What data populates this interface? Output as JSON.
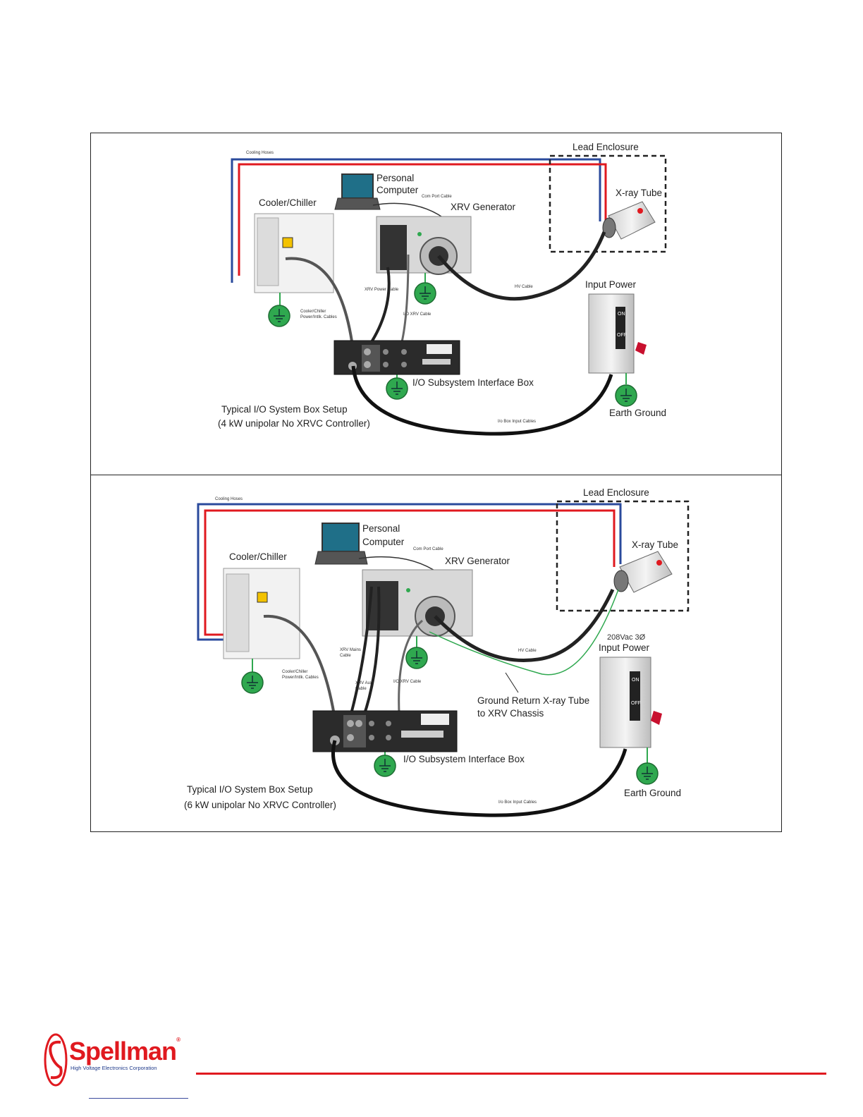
{
  "diagram1": {
    "cooling_hoses": "Cooling Hoses",
    "lead_enclosure": "Lead Enclosure",
    "personal_computer": [
      "Personal",
      "Computer"
    ],
    "com_port_cable": "Com Port Cable",
    "cooler_chiller": "Cooler/Chiller",
    "xrv_generator": "XRV Generator",
    "xray_tube": "X-ray Tube",
    "xrv_power_cable": "XRV Power Cable",
    "hv_cable": "HV Cable",
    "input_power": "Input Power",
    "io_xrv_cable": "I/O XRV Cable",
    "cooler_cables": [
      "Cooler/Chiller",
      "Power/Intlk. Cables"
    ],
    "io_box": "I/O Subsystem Interface Box",
    "setup_title": [
      "Typical I/O System Box Setup",
      "(4 kW unipolar No XRVC Controller)"
    ],
    "io_input_cables": "I/o Box Input Cables",
    "earth_ground": "Earth Ground"
  },
  "diagram2": {
    "cooling_hoses": "Cooling Hoses",
    "lead_enclosure": "Lead Enclosure",
    "personal_computer": [
      "Personal",
      "Computer"
    ],
    "com_port_cable": "Com Port Cable",
    "cooler_chiller": "Cooler/Chiller",
    "xrv_generator": "XRV Generator",
    "xray_tube": "X-ray Tube",
    "input_voltage": "208Vac  3Ø",
    "input_power": "Input Power",
    "xrv_mains_cable": [
      "XRV Mains",
      "Cable"
    ],
    "hv_cable": "HV Cable",
    "cooler_cables": [
      "Cooler/Chiller",
      "Power/Intlk. Cables"
    ],
    "xrv_aux_cable": [
      "XRV Aux",
      "Cable"
    ],
    "io_xrv_cable": "I/O XRV Cable",
    "ground_return": [
      "Ground Return X-ray Tube",
      "to XRV Chassis"
    ],
    "io_box": "I/O Subsystem Interface Box",
    "setup_title": [
      "Typical I/O System Box Setup",
      "(6 kW unipolar No XRVC Controller)"
    ],
    "io_input_cables": "I/o Box Input Cables",
    "earth_ground": "Earth Ground"
  },
  "switch_labels": {
    "on": "ON",
    "off": "OFF"
  },
  "logo": {
    "brand": "Spellman",
    "registered": "®",
    "tagline": "High Voltage Electronics Corporation"
  },
  "colors": {
    "hose_red": "#e0191f",
    "hose_blue": "#2a4a9c",
    "ground_green": "#2fa84f",
    "brand_red": "#e0191f"
  }
}
